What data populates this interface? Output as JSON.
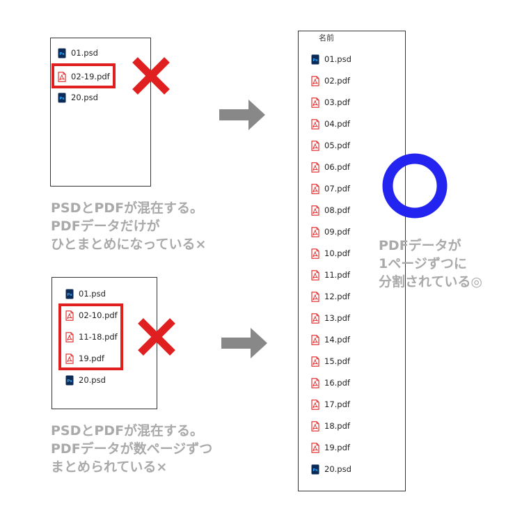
{
  "top_left": {
    "files": [
      {
        "name": "01.psd",
        "type": "psd"
      },
      {
        "name": "02-19.pdf",
        "type": "pdf"
      },
      {
        "name": "20.psd",
        "type": "psd"
      }
    ],
    "caption": [
      "PSDとPDFが混在する。",
      "PDFデータだけが",
      "ひとまとめになっている×"
    ]
  },
  "bottom_left": {
    "files": [
      {
        "name": "01.psd",
        "type": "psd"
      },
      {
        "name": "02-10.pdf",
        "type": "pdf"
      },
      {
        "name": "11-18.pdf",
        "type": "pdf"
      },
      {
        "name": "19.pdf",
        "type": "pdf"
      },
      {
        "name": "20.psd",
        "type": "psd"
      }
    ],
    "caption": [
      "PSDとPDFが混在する。",
      "PDFデータが数ページずつ",
      "まとめられている×"
    ]
  },
  "right": {
    "header": "名前",
    "files": [
      {
        "name": "01.psd",
        "type": "psd"
      },
      {
        "name": "02.pdf",
        "type": "pdf"
      },
      {
        "name": "03.pdf",
        "type": "pdf"
      },
      {
        "name": "04.pdf",
        "type": "pdf"
      },
      {
        "name": "05.pdf",
        "type": "pdf"
      },
      {
        "name": "06.pdf",
        "type": "pdf"
      },
      {
        "name": "07.pdf",
        "type": "pdf"
      },
      {
        "name": "08.pdf",
        "type": "pdf"
      },
      {
        "name": "09.pdf",
        "type": "pdf"
      },
      {
        "name": "10.pdf",
        "type": "pdf"
      },
      {
        "name": "11.pdf",
        "type": "pdf"
      },
      {
        "name": "12.pdf",
        "type": "pdf"
      },
      {
        "name": "13.pdf",
        "type": "pdf"
      },
      {
        "name": "14.pdf",
        "type": "pdf"
      },
      {
        "name": "15.pdf",
        "type": "pdf"
      },
      {
        "name": "16.pdf",
        "type": "pdf"
      },
      {
        "name": "17.pdf",
        "type": "pdf"
      },
      {
        "name": "18.pdf",
        "type": "pdf"
      },
      {
        "name": "19.pdf",
        "type": "pdf"
      },
      {
        "name": "20.psd",
        "type": "psd"
      }
    ],
    "caption": [
      "PDFデータが",
      "1ページずつに",
      "分割されている◎"
    ]
  },
  "colors": {
    "cross": "#e02020",
    "circle": "#2424f0",
    "arrow": "#888888",
    "caption": "#a9a9a9",
    "psd_icon": "#0b2a55",
    "psd_text": "#31a8ff",
    "pdf_icon": "#e02020"
  }
}
